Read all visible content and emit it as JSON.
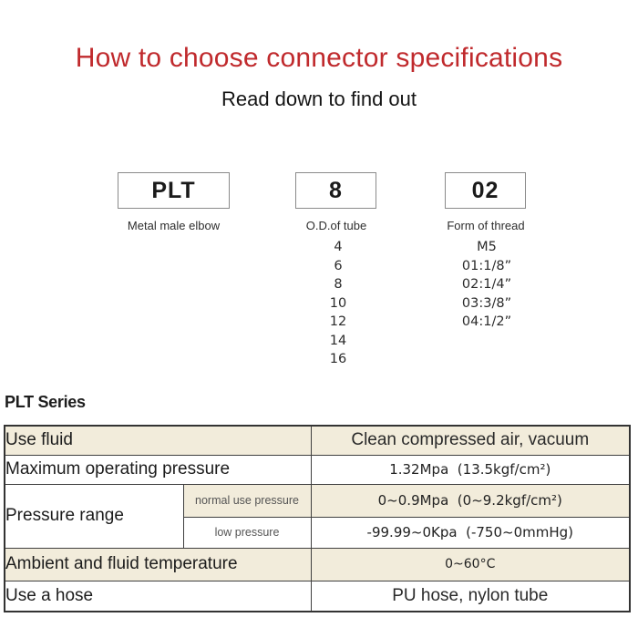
{
  "page": {
    "title": "How to choose connector specifications",
    "subtitle": "Read down to find out"
  },
  "selector": {
    "boxes": [
      {
        "code": "PLT",
        "label": "Metal male elbow"
      },
      {
        "code": "8",
        "label": "O.D.of tube"
      },
      {
        "code": "02",
        "label": "Form of thread"
      }
    ],
    "tube_od_options": [
      "4",
      "6",
      "8",
      "10",
      "12",
      "14",
      "16"
    ],
    "thread_form_options": [
      "M5",
      "01:1/8”",
      "02:1/4”",
      "03:3/8”",
      "04:1/2”"
    ]
  },
  "series_section": {
    "heading": "PLT Series",
    "table": {
      "rows": [
        {
          "label": "Use fluid",
          "value": "Clean compressed air, vacuum"
        },
        {
          "label": "Maximum operating pressure",
          "value": "1.32Mpa  (13.5kgf/cm²)"
        },
        {
          "label": "Pressure range",
          "sub_rows": [
            {
              "label": "normal use pressure",
              "value": "0~0.9Mpa  (0~9.2kgf/cm²)"
            },
            {
              "label": "low pressure",
              "value": "-99.99~0Kpa  (-750~0mmHg)"
            }
          ]
        },
        {
          "label": "Ambient and fluid temperature",
          "value": "0~60°C"
        },
        {
          "label": "Use a hose",
          "value": "PU hose, nylon tube"
        }
      ]
    }
  },
  "colors": {
    "accent_red": "#c02a2d",
    "row_beige": "#f2ecdb",
    "table_border": "#3f3f3f"
  }
}
